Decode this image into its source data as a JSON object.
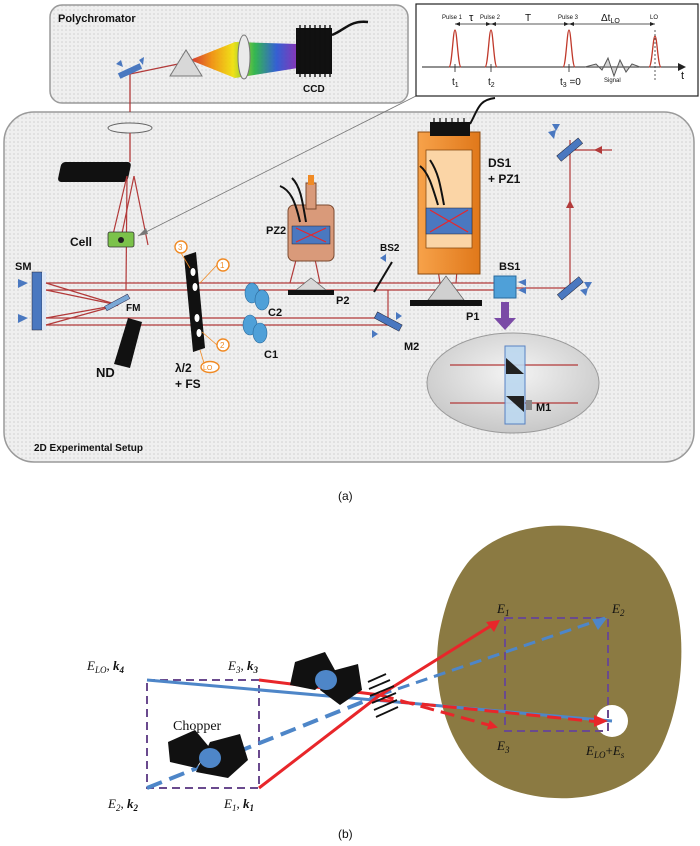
{
  "panel_a": {
    "polychromator_title": "Polychromator",
    "ccd": "CCD",
    "cell": "Cell",
    "sm": "SM",
    "fm": "FM",
    "nd": "ND",
    "half_wave": "λ/2",
    "fs": "+ FS",
    "c1": "C1",
    "c2": "C2",
    "pz2": "PZ2",
    "p2": "P2",
    "bs2": "BS2",
    "m2": "M2",
    "ds1": "DS1",
    "pz1": "+ PZ1",
    "p1": "P1",
    "bs1": "BS1",
    "m1": "M1",
    "setup_title": "2D Experimental Setup",
    "beam_numbers": [
      "1",
      "2",
      "3",
      "LO"
    ],
    "caption": "(a)"
  },
  "timing": {
    "pulse1": "Pulse 1",
    "pulse2": "Pulse 2",
    "pulse3": "Pulse 3",
    "lo": "LO",
    "tau": "τ",
    "T": "T",
    "delta_t": "Δt",
    "delta_t_sub": "LO",
    "t1": "t",
    "t1_sub": "1",
    "t2": "t",
    "t2_sub": "2",
    "t3": "t",
    "t3_sub": "3",
    "t3_suffix": " =0",
    "signal": "Signal",
    "t_axis": "t"
  },
  "panel_b": {
    "e_lo": "E",
    "e_lo_sub": "LO",
    "k4": "k",
    "k4_sub": "4",
    "e3_left": "E",
    "e3_left_sub": "3",
    "k3": "k",
    "k3_sub": "3",
    "chopper": "Chopper",
    "e2_left": "E",
    "e2_left_sub": "2",
    "k2": "k",
    "k2_sub": "2",
    "e1_left": "E",
    "e1_left_sub": "1",
    "k1": "k",
    "k1_sub": "1",
    "e1_right": "E",
    "e1_right_sub": "1",
    "e2_right": "E",
    "e2_right_sub": "2",
    "e3_right": "E",
    "e3_right_sub": "3",
    "elo_right": "E",
    "elo_right_sub": "LO",
    "plus": "+",
    "es": "E",
    "es_sub": "s",
    "caption": "(b)"
  },
  "colors": {
    "beam_red": "#b23a3a",
    "beam_red_bright": "#e8262a",
    "beam_blue": "#4e86c8",
    "mount_blue": "#4a78c0",
    "orange": "#f08a24",
    "olive": "#8b7a42",
    "purple": "#6a4a8e",
    "black": "#111111"
  }
}
